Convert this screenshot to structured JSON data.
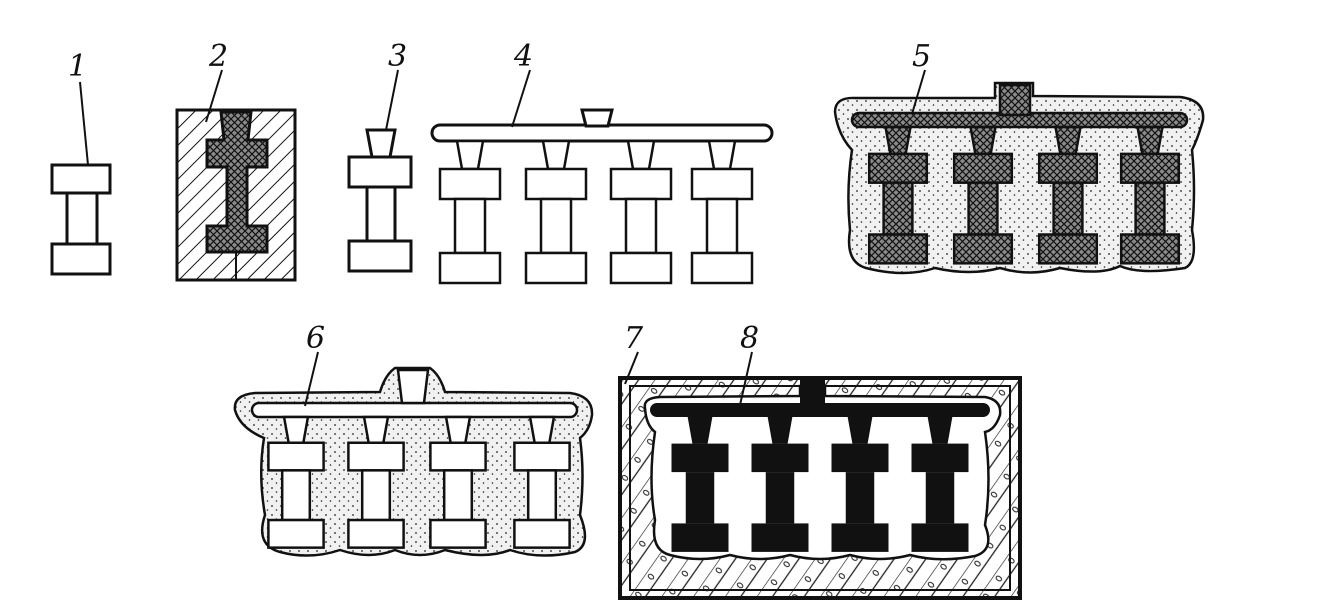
{
  "labels": {
    "l1": "1",
    "l2": "2",
    "l3": "3",
    "l4": "4",
    "l5": "5",
    "l6": "6",
    "l7": "7",
    "l8": "8"
  },
  "colors": {
    "ink": "#111111",
    "paper": "#ffffff",
    "stucco": "#eeeeee"
  }
}
